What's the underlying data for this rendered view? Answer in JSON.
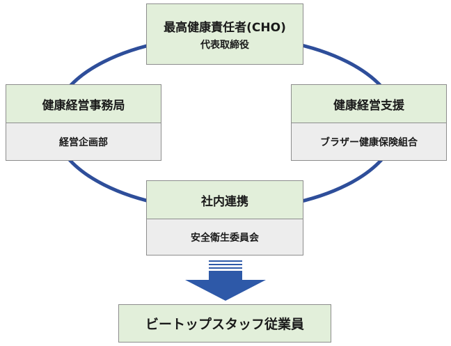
{
  "cho": {
    "title": "最高健康責任者(CHO)",
    "subtitle": "代表取締役"
  },
  "office": {
    "title": "健康経営事務局",
    "member": "経営企画部"
  },
  "support": {
    "title": "健康経営支援",
    "member": "ブラザー健康保険組合"
  },
  "collaboration": {
    "title": "社内連携",
    "member": "安全衛生委員会"
  },
  "target": {
    "label": "ビートップスタッフ従業員"
  },
  "colors": {
    "ring": "#2e4e9a",
    "arrow": "#2e59a8",
    "header_fill": "#e2efda",
    "member_fill": "#ededed",
    "border": "#8c8c8c"
  }
}
